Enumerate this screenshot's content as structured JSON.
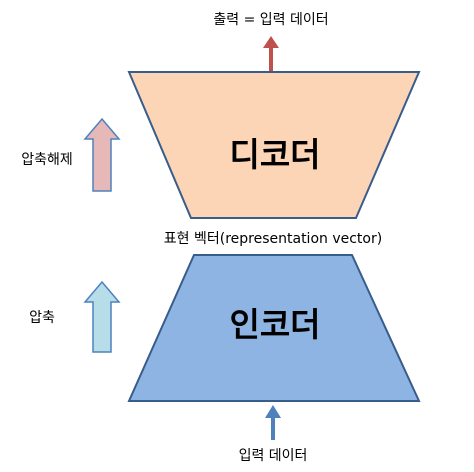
{
  "labels": {
    "output": "출력 = 입력 데이터",
    "input": "입력 데이터",
    "representation": "표현 벡터(representation vector)",
    "decompress": "압축해제",
    "compress": "압축",
    "decoder": "디코더",
    "encoder": "인코더"
  },
  "colors": {
    "decoder_fill": "#FBD5B5",
    "encoder_fill": "#8EB4E3",
    "shape_stroke": "#385D8A",
    "decompress_arrow_fill": "#E6B9B8",
    "compress_arrow_fill": "#B7DEE8",
    "small_arrow_stroke": "#4F81BD",
    "output_arrow": "#C0504D",
    "input_arrow": "#4F81BD"
  }
}
